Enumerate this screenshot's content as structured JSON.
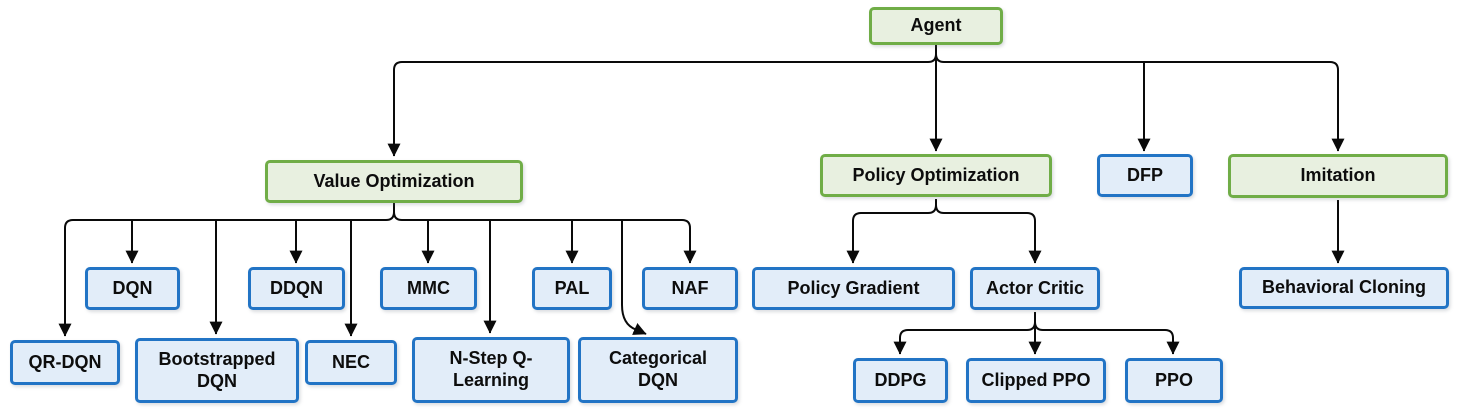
{
  "diagram": {
    "title": "Reinforcement learning agent algorithm hierarchy",
    "colors": {
      "background": "#ffffff",
      "green_fill": "#e8f0e0",
      "green_border": "#70ad47",
      "blue_fill": "#e2edf9",
      "blue_border": "#2274c5",
      "wire": "#0a0a0a",
      "text": "#0d0d0d"
    },
    "nodes": {
      "agent": {
        "label": "Agent",
        "kind": "green"
      },
      "value_optimization": {
        "label": "Value Optimization",
        "kind": "green"
      },
      "policy_optimization": {
        "label": "Policy Optimization",
        "kind": "green"
      },
      "dfp": {
        "label": "DFP",
        "kind": "blue"
      },
      "imitation": {
        "label": "Imitation",
        "kind": "green"
      },
      "dqn": {
        "label": "DQN",
        "kind": "blue"
      },
      "ddqn": {
        "label": "DDQN",
        "kind": "blue"
      },
      "mmc": {
        "label": "MMC",
        "kind": "blue"
      },
      "pal": {
        "label": "PAL",
        "kind": "blue"
      },
      "naf": {
        "label": "NAF",
        "kind": "blue"
      },
      "qr_dqn": {
        "label": "QR-DQN",
        "kind": "blue"
      },
      "bootstrapped_dqn": {
        "label": "Bootstrapped DQN",
        "kind": "blue"
      },
      "nec": {
        "label": "NEC",
        "kind": "blue"
      },
      "n_step_q_learning": {
        "label": "N-Step Q-Learning",
        "kind": "blue"
      },
      "categorical_dqn": {
        "label": "Categorical DQN",
        "kind": "blue"
      },
      "policy_gradient": {
        "label": "Policy Gradient",
        "kind": "blue"
      },
      "actor_critic": {
        "label": "Actor Critic",
        "kind": "blue"
      },
      "ddpg": {
        "label": "DDPG",
        "kind": "blue"
      },
      "clipped_ppo": {
        "label": "Clipped PPO",
        "kind": "blue"
      },
      "ppo": {
        "label": "PPO",
        "kind": "blue"
      },
      "behavioral_cloning": {
        "label": "Behavioral Cloning",
        "kind": "blue"
      }
    },
    "edges": [
      {
        "from": "agent",
        "to": "value_optimization"
      },
      {
        "from": "agent",
        "to": "policy_optimization"
      },
      {
        "from": "agent",
        "to": "dfp"
      },
      {
        "from": "agent",
        "to": "imitation"
      },
      {
        "from": "value_optimization",
        "to": "qr_dqn"
      },
      {
        "from": "value_optimization",
        "to": "dqn"
      },
      {
        "from": "value_optimization",
        "to": "bootstrapped_dqn"
      },
      {
        "from": "value_optimization",
        "to": "ddqn"
      },
      {
        "from": "value_optimization",
        "to": "nec"
      },
      {
        "from": "value_optimization",
        "to": "mmc"
      },
      {
        "from": "value_optimization",
        "to": "n_step_q_learning"
      },
      {
        "from": "value_optimization",
        "to": "pal"
      },
      {
        "from": "value_optimization",
        "to": "categorical_dqn"
      },
      {
        "from": "value_optimization",
        "to": "naf"
      },
      {
        "from": "policy_optimization",
        "to": "policy_gradient"
      },
      {
        "from": "policy_optimization",
        "to": "actor_critic"
      },
      {
        "from": "actor_critic",
        "to": "ddpg"
      },
      {
        "from": "actor_critic",
        "to": "clipped_ppo"
      },
      {
        "from": "actor_critic",
        "to": "ppo"
      },
      {
        "from": "imitation",
        "to": "behavioral_cloning"
      }
    ]
  }
}
